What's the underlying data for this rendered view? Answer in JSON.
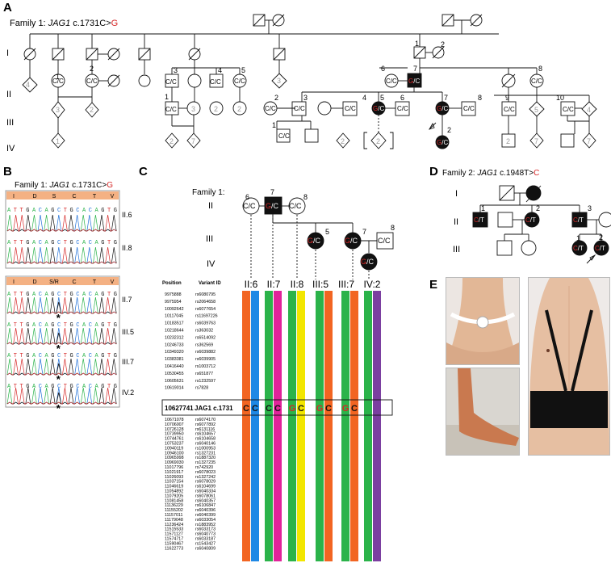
{
  "panels": {
    "A": {
      "letter": "A",
      "title_prefix": "Family 1:  ",
      "gene": "JAG1",
      "variant_prefix": " c.1731C>",
      "variant_alt": "G",
      "generations": [
        "I",
        "II",
        "III",
        "IV"
      ]
    },
    "B": {
      "letter": "B",
      "title_prefix": "Family 1:  ",
      "gene": "JAG1",
      "variant_prefix": " c.1731C>",
      "variant_alt": "G",
      "top_header": [
        "I",
        "D",
        "S",
        "C",
        "T",
        "V"
      ],
      "bottom_header": [
        "I",
        "D",
        "S/R",
        "C",
        "T",
        "V"
      ],
      "top_rows": [
        "II.6",
        "II.8"
      ],
      "bottom_rows": [
        "II.7",
        "III.5",
        "III.7",
        "IV.2"
      ],
      "sequence": "ATTGACAGCTGCACAGTG",
      "asterisk": "*"
    },
    "C": {
      "letter": "C",
      "family_label": "Family 1:",
      "generations": [
        "II",
        "III",
        "IV"
      ],
      "individuals": [
        "II:6",
        "II:7",
        "II:8",
        "III:5",
        "III:7",
        "IV:2"
      ],
      "col_position": "Position",
      "col_variant": "Variant ID",
      "highlight_position": "10627741",
      "highlight_id": "JAG1 c.1731",
      "highlight_alleles": [
        "C",
        "C",
        "C",
        "C",
        "G",
        "C",
        "G",
        "C",
        "G",
        "C"
      ],
      "positions_before": [
        "9975888",
        "9975954",
        "10092642",
        "10117045",
        "10183517",
        "10218644",
        "10232312",
        "10246733",
        "10349320",
        "10383381",
        "10416440",
        "10530455",
        "10605631",
        "10619014"
      ],
      "ids_before": [
        "rs6080795",
        "rs2064658",
        "rs6077654",
        "rs11697226",
        "rs6039763",
        "rs363032",
        "rs6514092",
        "rs362569",
        "rs6039882",
        "rs6039905",
        "rs1003712",
        "rs651877",
        "rs1232597",
        "rs7828"
      ],
      "positions_after": [
        "10671078",
        "10706007",
        "10726128",
        "10739950",
        "10744761",
        "10753237",
        "10940119",
        "10946100",
        "10965998",
        "10969030",
        "11017796",
        "11021917",
        "11026093",
        "11037154",
        "11046619",
        "11054892",
        "11079205",
        "11081458",
        "11136229",
        "11155202",
        "11157011",
        "11179048",
        "11236424",
        "11515533",
        "11571127",
        "11574717",
        "11590467",
        "11622773"
      ],
      "ids_after": [
        "rs6074170",
        "rs6077892",
        "rs6131116",
        "rs6104657",
        "rs6104658",
        "rs6040146",
        "rs1000953",
        "rs1327231",
        "rs1887320",
        "rs1327235",
        "rs742920",
        "rs6078023",
        "rs1327242",
        "rs6078029",
        "rs6104699",
        "rs6040334",
        "rs6078061",
        "rs6040357",
        "rs6106847",
        "rs6040396",
        "rs6040399",
        "rs6033054",
        "rs1883952",
        "rs6033173",
        "rs6040773",
        "rs6033187",
        "rs1543427",
        "rs6040809"
      ]
    },
    "D": {
      "letter": "D",
      "title_prefix": "Family 2:  ",
      "gene": "JAG1",
      "variant_prefix": " c.1948T>",
      "variant_alt": "C",
      "generations": [
        "I",
        "II",
        "III"
      ]
    },
    "E": {
      "letter": "E"
    }
  },
  "colors": {
    "accent_red": "#d62828",
    "gray_text": "#9a9a9a",
    "strip_orange": "#f26522",
    "strip_blue": "#1e88e5",
    "strip_green": "#2bb34a",
    "strip_magenta": "#e0249a",
    "strip_yellow": "#f2e600",
    "strip_purple": "#7b3fa0"
  }
}
